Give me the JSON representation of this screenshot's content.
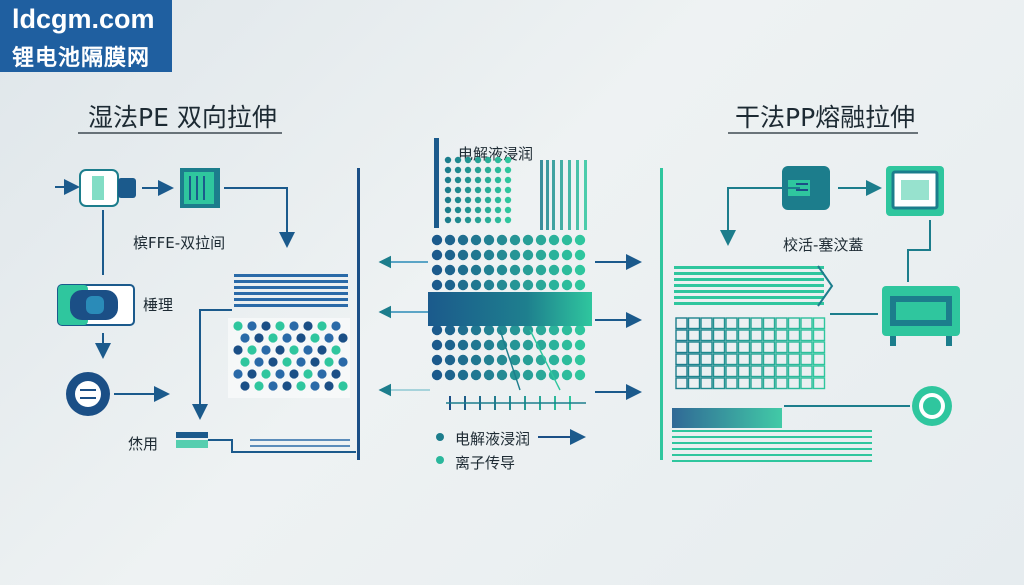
{
  "watermark": {
    "site": "ldcgm.com",
    "name": "锂电池隔膜网"
  },
  "left": {
    "title": "湿法PE 双向拉伸",
    "step1_label": "槟FFE-双拉间",
    "step2_label": "棰理",
    "step3_label": "烋用"
  },
  "center": {
    "top_label": "电解液浸润",
    "legend": [
      {
        "label": "电解液浸润",
        "color": "#1c7d8c"
      },
      {
        "label": "离子传导",
        "color": "#2ab79c"
      }
    ]
  },
  "right": {
    "title": "干法PP熔融拉伸",
    "step1_label": "校活-塞汶蓋"
  },
  "colors": {
    "navy": "#1b4f86",
    "teal": "#1c7d8c",
    "mint": "#2fc69e",
    "blue": "#2a6aa8"
  }
}
